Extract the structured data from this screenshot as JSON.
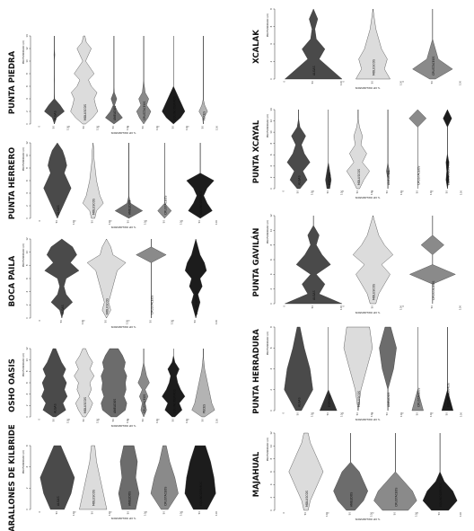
{
  "figure": {
    "x_caption": "% DE ORGANISMOS",
    "depth_caption": "PROFUNDIDAD (m)"
  },
  "palette": {
    "ALGAS": "#4a4a4a",
    "ESPONJA": "#333333",
    "MOLUSCOS": "#dcdcdc",
    "ANELIDOS": "#6c6c6c",
    "CRUSTACEOS": "#8a8a8a",
    "EQUINODERMOS": "#1c1c1c",
    "PECES": "#b3b3b3",
    "stroke": "#2a2a2a"
  },
  "chart_data": [
    {
      "type": "area",
      "site": "PUNTA PIEDRA",
      "ylabel": "PROFUNDIDAD",
      "ticks": [
        "0",
        "2",
        "4",
        "6",
        "8",
        "10",
        "12",
        "14"
      ],
      "series": [
        {
          "name": "ALGAS",
          "color_key": "ALGAS",
          "values": [
            0,
            15,
            70,
            40,
            2,
            0,
            0,
            1,
            0,
            0,
            0,
            3,
            0,
            0,
            0
          ]
        },
        {
          "name": "MOLUSCOS",
          "color_key": "MOLUSCOS",
          "values": [
            10,
            60,
            95,
            80,
            70,
            90,
            50,
            30,
            70,
            40,
            10,
            30,
            50,
            15,
            5
          ]
        },
        {
          "name": "ANELIDOS",
          "color_key": "ANELIDOS",
          "values": [
            0,
            60,
            25,
            5,
            20,
            3,
            0,
            0,
            0,
            0,
            0,
            0,
            0,
            0,
            0
          ]
        },
        {
          "name": "CRUSTACEOS",
          "color_key": "CRUSTACEOS",
          "values": [
            0,
            30,
            50,
            20,
            35,
            10,
            5,
            0,
            0,
            0,
            0,
            0,
            0,
            0,
            0
          ]
        },
        {
          "name": "EQUINODERMOS",
          "color_key": "EQUINODERMOS",
          "values": [
            0,
            50,
            80,
            60,
            40,
            20,
            0,
            0,
            0,
            0,
            0,
            0,
            0,
            0,
            0
          ]
        },
        {
          "name": "PECES",
          "color_key": "PECES",
          "values": [
            0,
            5,
            30,
            10,
            0,
            0,
            0,
            0,
            0,
            0,
            0,
            0,
            0,
            0,
            0
          ]
        }
      ]
    },
    {
      "type": "area",
      "site": "PUNTA HERRERO",
      "ylabel": "PROFUNDIDAD",
      "ticks": [
        "0",
        "2",
        "4",
        "6",
        "8",
        "10",
        "12"
      ],
      "series": [
        {
          "name": "ALGAS",
          "color_key": "ALGAS",
          "values": [
            0,
            20,
            40,
            60,
            80,
            60,
            40,
            55,
            45,
            30,
            0
          ]
        },
        {
          "name": "MOLUSCOS",
          "color_key": "MOLUSCOS",
          "values": [
            10,
            20,
            60,
            40,
            30,
            20,
            15,
            10,
            5,
            5,
            0
          ]
        },
        {
          "name": "ANELIDOS",
          "color_key": "ANELIDOS",
          "values": [
            0,
            80,
            10,
            0,
            0,
            0,
            0,
            0,
            0,
            0,
            0
          ]
        },
        {
          "name": "CRUSTACEOS",
          "color_key": "CRUSTACEOS",
          "values": [
            0,
            40,
            0,
            0,
            0,
            0,
            0,
            0,
            0,
            0,
            0
          ]
        },
        {
          "name": "EQUINODERMOS",
          "color_key": "EQUINODERMOS",
          "values": [
            0,
            70,
            40,
            20,
            40,
            80,
            0,
            0,
            0,
            0,
            0
          ]
        }
      ]
    },
    {
      "type": "area",
      "site": "BOCA PAILA",
      "ylabel": "PROFUNDIDAD",
      "ticks": [
        "0",
        "2",
        "4",
        "6",
        "8",
        "10",
        "12"
      ],
      "series": [
        {
          "name": "ALGAS",
          "color_key": "ALGAS",
          "values": [
            0,
            10,
            50,
            20,
            10,
            20,
            80,
            40,
            70,
            50,
            0
          ]
        },
        {
          "name": "MOLUSCOS",
          "color_key": "MOLUSCOS",
          "values": [
            0,
            20,
            10,
            20,
            30,
            40,
            50,
            90,
            30,
            20,
            0
          ]
        },
        {
          "name": "CRUSTACEOS",
          "color_key": "CRUSTACEOS",
          "values": [
            0,
            0,
            0,
            0,
            0,
            0,
            0,
            0,
            70,
            0,
            0
          ]
        },
        {
          "name": "EQUINODERMOS",
          "color_key": "EQUINODERMOS",
          "values": [
            0,
            10,
            20,
            10,
            30,
            20,
            50,
            40,
            20,
            10,
            0
          ]
        }
      ]
    },
    {
      "type": "area",
      "site": "OSHO OASIS",
      "ylabel": "PROFUNDIDAD",
      "ticks": [
        "0",
        "2",
        "4",
        "6",
        "8",
        "10",
        "12"
      ],
      "series": [
        {
          "name": "ALGAS",
          "color_key": "ALGAS",
          "values": [
            10,
            80,
            60,
            90,
            70,
            85,
            60,
            80,
            50,
            30,
            10
          ]
        },
        {
          "name": "MOLUSCOS",
          "color_key": "MOLUSCOS",
          "values": [
            10,
            40,
            60,
            30,
            50,
            40,
            70,
            40,
            60,
            30,
            10
          ]
        },
        {
          "name": "ANELIDOS",
          "color_key": "ANELIDOS",
          "values": [
            20,
            80,
            90,
            70,
            85,
            80,
            90,
            70,
            80,
            60,
            30
          ]
        },
        {
          "name": "CRUSTACEOS",
          "color_key": "CRUSTACEOS",
          "values": [
            0,
            20,
            10,
            30,
            10,
            40,
            20,
            10,
            0,
            0,
            0
          ]
        },
        {
          "name": "EQUINODERMOS",
          "color_key": "EQUINODERMOS",
          "values": [
            10,
            60,
            40,
            80,
            50,
            30,
            20,
            40,
            10,
            0,
            0
          ]
        },
        {
          "name": "PECES",
          "color_key": "PECES",
          "values": [
            10,
            80,
            60,
            50,
            40,
            30,
            20,
            10,
            5,
            0,
            0
          ]
        }
      ]
    },
    {
      "type": "area",
      "site": "FARALLONES DE KILBRIDE",
      "ylabel": "PROFUNDIDAD",
      "ticks": [
        "0",
        "2",
        "4",
        "6"
      ],
      "series": [
        {
          "name": "ALGAS",
          "color_key": "ALGAS",
          "values": [
            40,
            80,
            100,
            60,
            20
          ]
        },
        {
          "name": "MOLUSCOS",
          "color_key": "MOLUSCOS",
          "values": [
            80,
            60,
            40,
            20,
            10
          ]
        },
        {
          "name": "ANELIDOS",
          "color_key": "ANELIDOS",
          "values": [
            40,
            60,
            40,
            50,
            30
          ]
        },
        {
          "name": "CRUSTACEOS",
          "color_key": "CRUSTACEOS",
          "values": [
            20,
            80,
            60,
            30,
            10
          ]
        },
        {
          "name": "EQUINODERMOS",
          "color_key": "EQUINODERMOS",
          "values": [
            40,
            90,
            80,
            60,
            30
          ]
        }
      ]
    },
    {
      "type": "area",
      "site": "XCALAK",
      "ylabel": "PROFUNDIDAD",
      "ticks": [
        "0",
        "2",
        "4",
        "6",
        "8"
      ],
      "series": [
        {
          "name": "ALGAS",
          "color_key": "ALGAS",
          "values": [
            100,
            60,
            20,
            40,
            10,
            5,
            15,
            0
          ]
        },
        {
          "name": "MOLUSCOS",
          "color_key": "MOLUSCOS",
          "values": [
            60,
            40,
            50,
            30,
            20,
            10,
            5,
            0
          ]
        },
        {
          "name": "CRUSTACEOS",
          "color_key": "CRUSTACEOS",
          "values": [
            10,
            70,
            20,
            10,
            0,
            0,
            0,
            0
          ]
        }
      ]
    },
    {
      "type": "area",
      "site": "PUNTA XCAYAL",
      "ylabel": "PROFUNDIDAD",
      "ticks": [
        "0",
        "2",
        "4",
        "6",
        "8",
        "10",
        "12",
        "14"
      ],
      "series": [
        {
          "name": "ALGAS",
          "color_key": "ALGAS",
          "values": [
            10,
            60,
            30,
            80,
            40,
            20,
            50,
            10,
            0,
            0
          ]
        },
        {
          "name": "ESPONJA",
          "color_key": "ESPONJA",
          "values": [
            10,
            20,
            10,
            0,
            0,
            0,
            0,
            0,
            0,
            0
          ]
        },
        {
          "name": "MOLUSCOS",
          "color_key": "MOLUSCOS",
          "values": [
            10,
            40,
            80,
            30,
            60,
            20,
            30,
            10,
            0,
            0
          ]
        },
        {
          "name": "ANELIDOS",
          "color_key": "ANELIDOS",
          "values": [
            0,
            0,
            10,
            0,
            0,
            0,
            0,
            0,
            0,
            0
          ]
        },
        {
          "name": "CRUSTACEOS",
          "color_key": "CRUSTACEOS",
          "values": [
            0,
            0,
            0,
            0,
            0,
            0,
            0,
            0,
            60,
            0
          ]
        },
        {
          "name": "EQUINODERMOS",
          "color_key": "EQUINODERMOS",
          "values": [
            0,
            10,
            5,
            10,
            0,
            0,
            0,
            0,
            30,
            0
          ]
        }
      ]
    },
    {
      "type": "area",
      "site": "PUNTA GAVILÁN",
      "ylabel": "PROFUNDIDAD",
      "ticks": [
        "0",
        "2",
        "4",
        "6",
        "8",
        "10",
        "12"
      ],
      "series": [
        {
          "name": "ALGAS",
          "color_key": "ALGAS",
          "values": [
            100,
            20,
            40,
            10,
            60,
            30,
            10,
            20,
            0,
            0
          ]
        },
        {
          "name": "MOLUSCOS",
          "color_key": "MOLUSCOS",
          "values": [
            10,
            20,
            40,
            60,
            30,
            70,
            40,
            20,
            10,
            0
          ]
        },
        {
          "name": "CRUSTACEOS",
          "color_key": "CRUSTACEOS",
          "values": [
            0,
            0,
            0,
            80,
            0,
            0,
            40,
            0,
            0,
            0
          ]
        }
      ]
    },
    {
      "type": "area",
      "site": "PUNTA HERRADURA",
      "ylabel": "PROFUNDIDAD",
      "ticks": [
        "0",
        "2",
        "4",
        "6",
        "8"
      ],
      "series": [
        {
          "name": "ALGAS",
          "color_key": "ALGAS",
          "values": [
            20,
            100,
            80,
            40,
            10
          ]
        },
        {
          "name": "ESPONJA",
          "color_key": "ESPONJA",
          "values": [
            60,
            0,
            0,
            0,
            0
          ]
        },
        {
          "name": "MOLUSCOS",
          "color_key": "MOLUSCOS",
          "values": [
            0,
            20,
            60,
            100,
            80
          ]
        },
        {
          "name": "ANELIDOS",
          "color_key": "ANELIDOS",
          "values": [
            0,
            0,
            40,
            60,
            20
          ]
        },
        {
          "name": "CRUSTACEOS",
          "color_key": "CRUSTACEOS",
          "values": [
            40,
            0,
            0,
            0,
            0
          ]
        },
        {
          "name": "EQUINODERMOS",
          "color_key": "EQUINODERMOS",
          "values": [
            40,
            0,
            0,
            0,
            0
          ]
        }
      ]
    },
    {
      "type": "area",
      "site": "MAJAHUAL",
      "ylabel": "PROFUNDIDAD",
      "ticks": [
        "0",
        "2",
        "4",
        "6",
        "8",
        "10",
        "12"
      ],
      "series": [
        {
          "name": "MOLUSCOS",
          "color_key": "MOLUSCOS",
          "values": [
            10,
            20,
            40,
            60,
            80,
            60,
            40,
            20,
            10
          ]
        },
        {
          "name": "ANELIDOS",
          "color_key": "ANELIDOS",
          "values": [
            20,
            60,
            80,
            60,
            40,
            0,
            0,
            0,
            0
          ]
        },
        {
          "name": "CRUSTACEOS",
          "color_key": "CRUSTACEOS",
          "values": [
            60,
            100,
            80,
            40,
            0,
            0,
            0,
            0,
            0
          ]
        },
        {
          "name": "EQUINODERMOS",
          "color_key": "EQUINODERMOS",
          "values": [
            40,
            80,
            60,
            20,
            0,
            0,
            0,
            0,
            0
          ]
        }
      ]
    }
  ]
}
